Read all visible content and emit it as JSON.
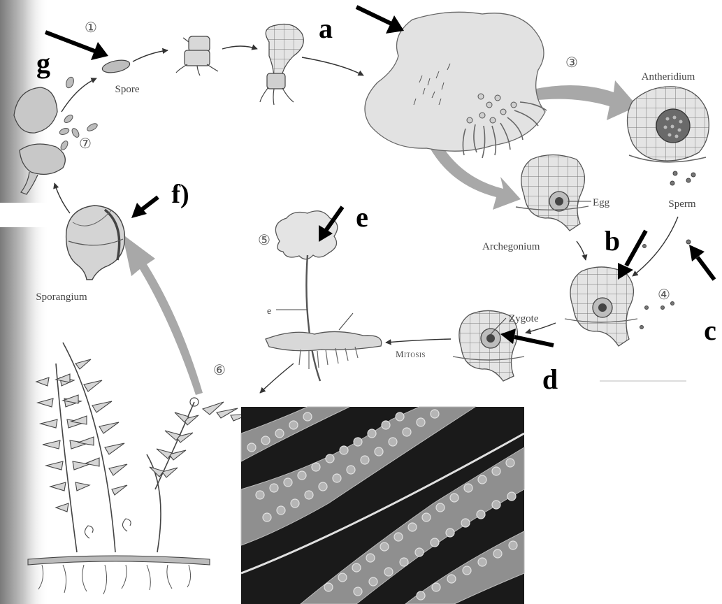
{
  "diagram": {
    "steps": [
      "①",
      "③",
      "④",
      "⑤",
      "⑥",
      "⑦"
    ],
    "structure_labels": {
      "spore": "Spore",
      "antheridium": "Antheridium",
      "egg": "Egg",
      "sperm": "Sperm",
      "archegonium": "Archegonium",
      "zygote": "Zygote",
      "mitosis": "Mitosis",
      "sporangium": "Sporangium",
      "small_e": "e"
    },
    "letter_labels": [
      "a",
      "b",
      "c",
      "d",
      "e",
      "f)",
      "g"
    ]
  },
  "colors": {
    "ink": "#333333",
    "cycle_arrow": "#a8a8a8",
    "label_arrow": "#000000",
    "photo_bg": "#1a1a1a",
    "sorus": "#9a9a9a"
  }
}
